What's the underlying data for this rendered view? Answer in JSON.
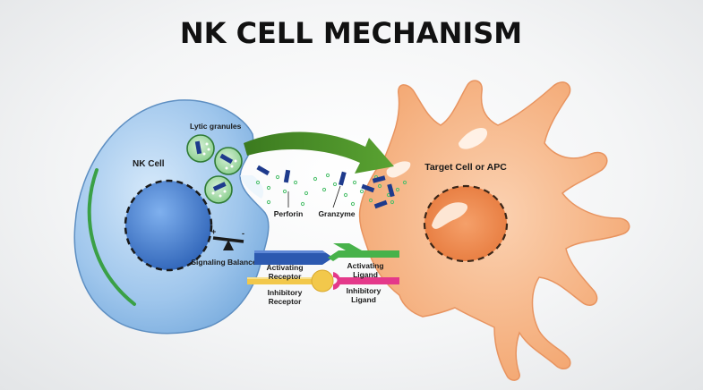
{
  "title": "NK CELL MECHANISM",
  "labels": {
    "nk_cell": "NK Cell",
    "lytic_granules": "Lytic granules",
    "perforin": "Perforin",
    "granzyme": "Granzyme",
    "target_cell": "Target Cell or APC",
    "signaling_balance": "Signaling Balance",
    "plus": "+",
    "minus": "-",
    "activating_receptor": [
      "Activating",
      "Receptor"
    ],
    "activating_ligand": [
      "Activating",
      "Ligand"
    ],
    "inhibitory_receptor": [
      "Inhibitory",
      "Receptor"
    ],
    "inhibitory_ligand": [
      "Inhibitory",
      "Ligand"
    ]
  },
  "colors": {
    "nk_cell_fill": "#a9cdee",
    "nk_nucleus": "#3f78c8",
    "target_cell_fill": "#f6b487",
    "target_nucleus": "#f08a4f",
    "arrow_green": "#4d8f2b",
    "granule_fill": "#a5d9a8",
    "granzyme_blue": "#1e3a8c",
    "activating_receptor": "#2c59b0",
    "activating_ligand": "#47b24a",
    "inhibitory_receptor": "#f2c84b",
    "inhibitory_ligand": "#e4398a"
  }
}
